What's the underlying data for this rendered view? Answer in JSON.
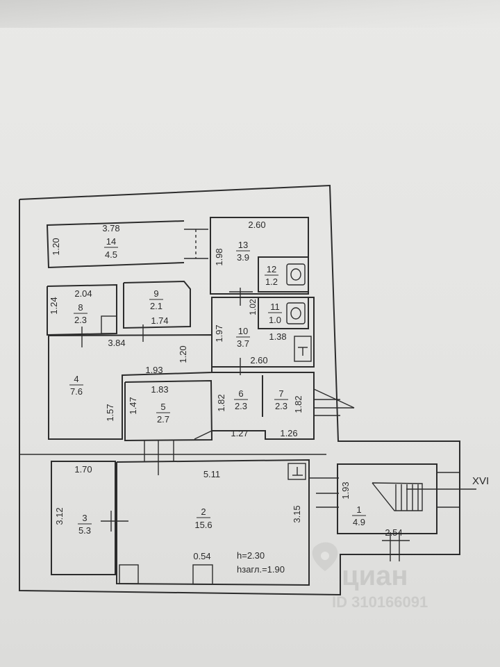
{
  "rooms": [
    {
      "id": "r14",
      "number": "14",
      "area": "4.5",
      "dims": [
        "3.78",
        "1.20"
      ]
    },
    {
      "id": "r13",
      "number": "13",
      "area": "3.9",
      "dims": [
        "2.60",
        "1.98"
      ]
    },
    {
      "id": "r12",
      "number": "12",
      "area": "1.2",
      "dims": []
    },
    {
      "id": "r11",
      "number": "11",
      "area": "1.0",
      "dims": [
        "1.02"
      ]
    },
    {
      "id": "r10",
      "number": "10",
      "area": "3.7",
      "dims": [
        "1.97",
        "1.38",
        "2.60"
      ]
    },
    {
      "id": "r8",
      "number": "8",
      "area": "2.3",
      "dims": [
        "2.04",
        "1.24"
      ]
    },
    {
      "id": "r9",
      "number": "9",
      "area": "2.1",
      "dims": [
        "1.74"
      ]
    },
    {
      "id": "r4",
      "number": "4",
      "area": "7.6",
      "dims": [
        "3.84",
        "1.57",
        "1.20"
      ]
    },
    {
      "id": "r5",
      "number": "5",
      "area": "2.7",
      "dims": [
        "1.93",
        "1.83",
        "1.47"
      ]
    },
    {
      "id": "r6",
      "number": "6",
      "area": "2.3",
      "dims": [
        "1.82",
        "1.27"
      ]
    },
    {
      "id": "r7",
      "number": "7",
      "area": "2.3",
      "dims": [
        "1.82",
        "1.26"
      ]
    },
    {
      "id": "r3",
      "number": "3",
      "area": "5.3",
      "dims": [
        "1.70",
        "3.12"
      ]
    },
    {
      "id": "r2",
      "number": "2",
      "area": "15.6",
      "dims": [
        "5.11",
        "3.15",
        "0.54"
      ]
    },
    {
      "id": "r1",
      "number": "1",
      "area": "4.9",
      "dims": [
        "1.93",
        "2.54"
      ]
    }
  ],
  "heights": {
    "h": "h=2.30",
    "hzagl": "hзагл.=1.90"
  },
  "section_mark": "XVI",
  "watermark": {
    "brand": "циан",
    "id": "ID 310166091"
  },
  "colors": {
    "ink": "#2c2c2c",
    "paper": "#e6e6e4",
    "watermark": "#c9c9c7"
  },
  "icons": [
    "toilet-icon",
    "sink-icon",
    "stairs-icon",
    "cian-logo-icon"
  ]
}
